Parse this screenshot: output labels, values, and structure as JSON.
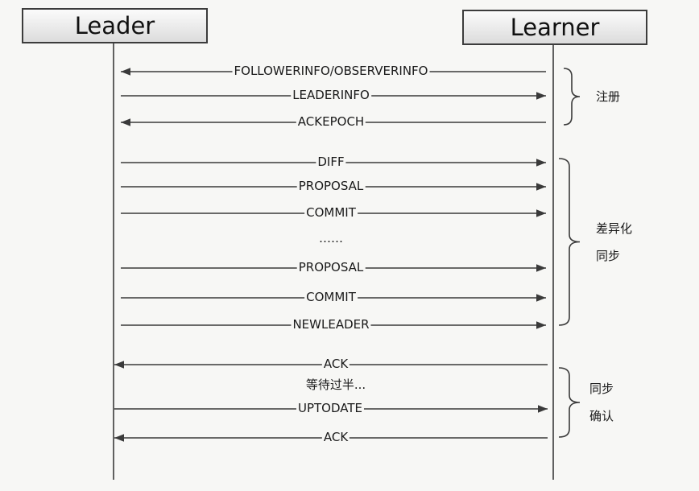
{
  "actors": {
    "leader": "Leader",
    "learner": "Learner"
  },
  "messages": [
    {
      "label": "FOLLOWERINFO/OBSERVERINFO",
      "direction": "to-leader"
    },
    {
      "label": "LEADERINFO",
      "direction": "to-learner"
    },
    {
      "label": "ACKEPOCH",
      "direction": "to-leader"
    },
    {
      "label": "DIFF",
      "direction": "to-learner"
    },
    {
      "label": "PROPOSAL",
      "direction": "to-learner"
    },
    {
      "label": "COMMIT",
      "direction": "to-learner"
    },
    {
      "label": "……",
      "direction": "none"
    },
    {
      "label": "PROPOSAL",
      "direction": "to-learner"
    },
    {
      "label": "COMMIT",
      "direction": "to-learner"
    },
    {
      "label": "NEWLEADER",
      "direction": "to-learner"
    },
    {
      "label": "ACK",
      "direction": "to-leader"
    },
    {
      "label": "等待过半...",
      "direction": "none"
    },
    {
      "label": "UPTODATE",
      "direction": "to-learner"
    },
    {
      "label": "ACK",
      "direction": "to-leader"
    }
  ],
  "groups": [
    {
      "lines": [
        "注册"
      ]
    },
    {
      "lines": [
        "差异化",
        "同步"
      ]
    },
    {
      "lines": [
        "同步",
        "确认"
      ]
    }
  ],
  "colors": {
    "line": "#3a3a3a",
    "box_border": "#3c3c3c",
    "background": "#f7f7f5"
  }
}
